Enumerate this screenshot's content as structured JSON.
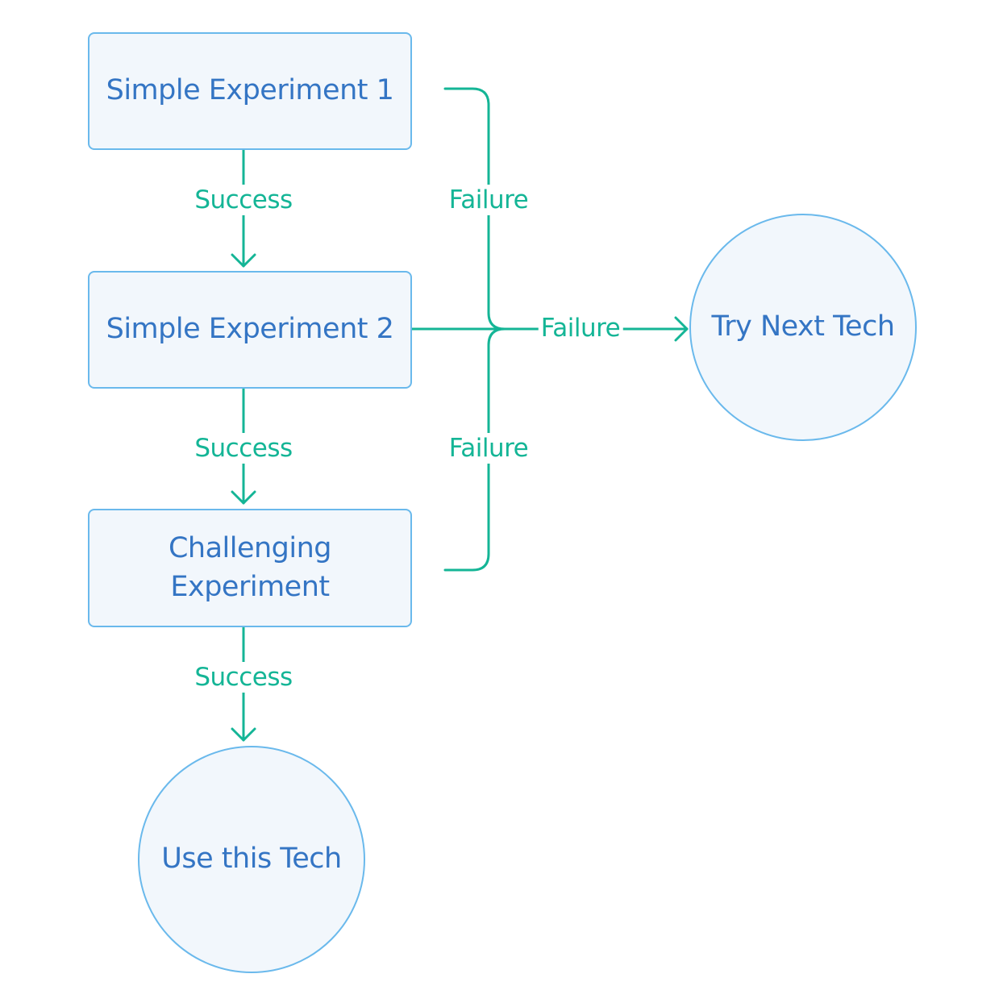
{
  "nodes": {
    "exp1": "Simple Experiment 1",
    "exp2": "Simple Experiment 2",
    "exp3": "Challenging Experiment",
    "next": "Try Next Tech",
    "use": "Use this Tech"
  },
  "edges": {
    "s1": "Success",
    "s2": "Success",
    "s3": "Success",
    "f1": "Failure",
    "f2": "Failure",
    "f3": "Failure"
  },
  "colors": {
    "node_fill": "#f2f7fc",
    "node_border": "#6ab9ec",
    "node_text": "#3475c4",
    "edge": "#14b596"
  }
}
